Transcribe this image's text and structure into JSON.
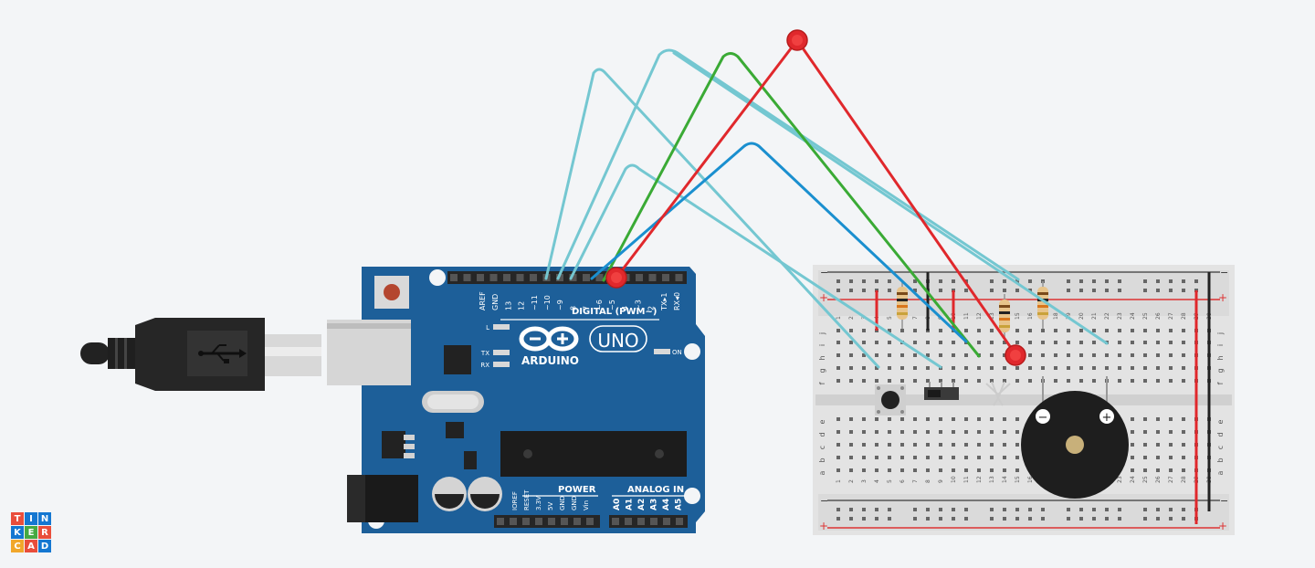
{
  "app": {
    "logo_letters": [
      "T",
      "I",
      "N",
      "K",
      "E",
      "R",
      "C",
      "A",
      "D"
    ],
    "logo_colors": [
      "#e94e3b",
      "#1477d1",
      "#1477d1",
      "#1477d1",
      "#46a942",
      "#e94e3b",
      "#f1a72b",
      "#e94e3b",
      "#1477d1"
    ]
  },
  "arduino": {
    "brand": "ARDUINO",
    "model": "UNO",
    "digital_label": "DIGITAL (PWM~)",
    "digital_pins": [
      "AREF",
      "GND",
      "13",
      "12",
      "~11",
      "~10",
      "~9",
      "8",
      "7",
      "~6",
      "~5",
      "4",
      "~3",
      "2",
      "TX▸1",
      "RX◂0"
    ],
    "power_label": "POWER",
    "power_pins": [
      "IOREF",
      "RESET",
      "3.3V",
      "5V",
      "GND",
      "GND",
      "Vin"
    ],
    "analog_label": "ANALOG IN",
    "analog_pins": [
      "A0",
      "A1",
      "A2",
      "A3",
      "A4",
      "A5"
    ],
    "led_l": "L",
    "led_tx": "TX",
    "led_rx": "RX",
    "led_on": "ON",
    "board_color": "#1d5f99"
  },
  "breadboard": {
    "rail_plus": "+",
    "rail_minus": "−",
    "row_letters_top": [
      "j",
      "i",
      "h",
      "g",
      "f"
    ],
    "row_letters_bottom": [
      "e",
      "d",
      "c",
      "b",
      "a"
    ],
    "column_numbers": [
      "1",
      "2",
      "3",
      "4",
      "5",
      "6",
      "7",
      "8",
      "9",
      "10",
      "11",
      "12",
      "13",
      "14",
      "15",
      "16",
      "17",
      "18",
      "19",
      "20",
      "21",
      "22",
      "23",
      "24",
      "25",
      "26",
      "27",
      "28",
      "29",
      "30"
    ]
  },
  "buzzer": {
    "minus": "−",
    "plus": "+"
  },
  "wire_colors": {
    "teal": "#74c7d1",
    "green": "#3aaa35",
    "red": "#e0282c",
    "blue": "#1a8fcf",
    "black": "#222222"
  }
}
